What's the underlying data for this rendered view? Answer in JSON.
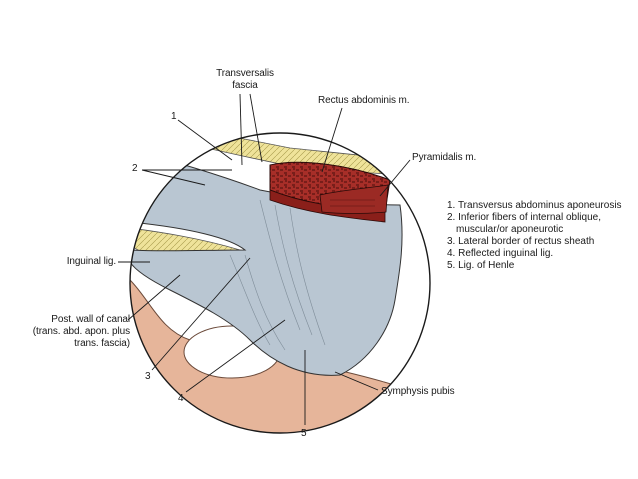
{
  "labels": {
    "transversalis_fascia": [
      "Transversalis",
      "fascia"
    ],
    "rectus_abdominis": "Rectus abdominis m.",
    "pyramidalis": "Pyramidalis m.",
    "num1": "1",
    "num2": "2",
    "num3": "3",
    "num4": "4",
    "num5": "5",
    "inguinal_lig": "Inguinal lig.",
    "post_wall": [
      "Post. wall of canal",
      "(trans. abd. apon. plus",
      "trans. fascia)"
    ],
    "symphysis_pubis": "Symphysis pubis"
  },
  "legend": [
    [
      "1. Transversus abdominus aponeurosis"
    ],
    [
      "2. Inferior fibers of internal oblique,",
      "muscular/or aponeurotic"
    ],
    [
      "3. Lateral border of rectus sheath"
    ],
    [
      "4. Reflected inguinal lig."
    ],
    [
      "5. Lig. of Henle"
    ]
  ],
  "colors": {
    "fascia": "#b9c6d2",
    "muscle": "#a9302a",
    "ligament_yellow": "#efe39a",
    "bone": "#e6b59a",
    "outline": "#1a1a1a"
  }
}
